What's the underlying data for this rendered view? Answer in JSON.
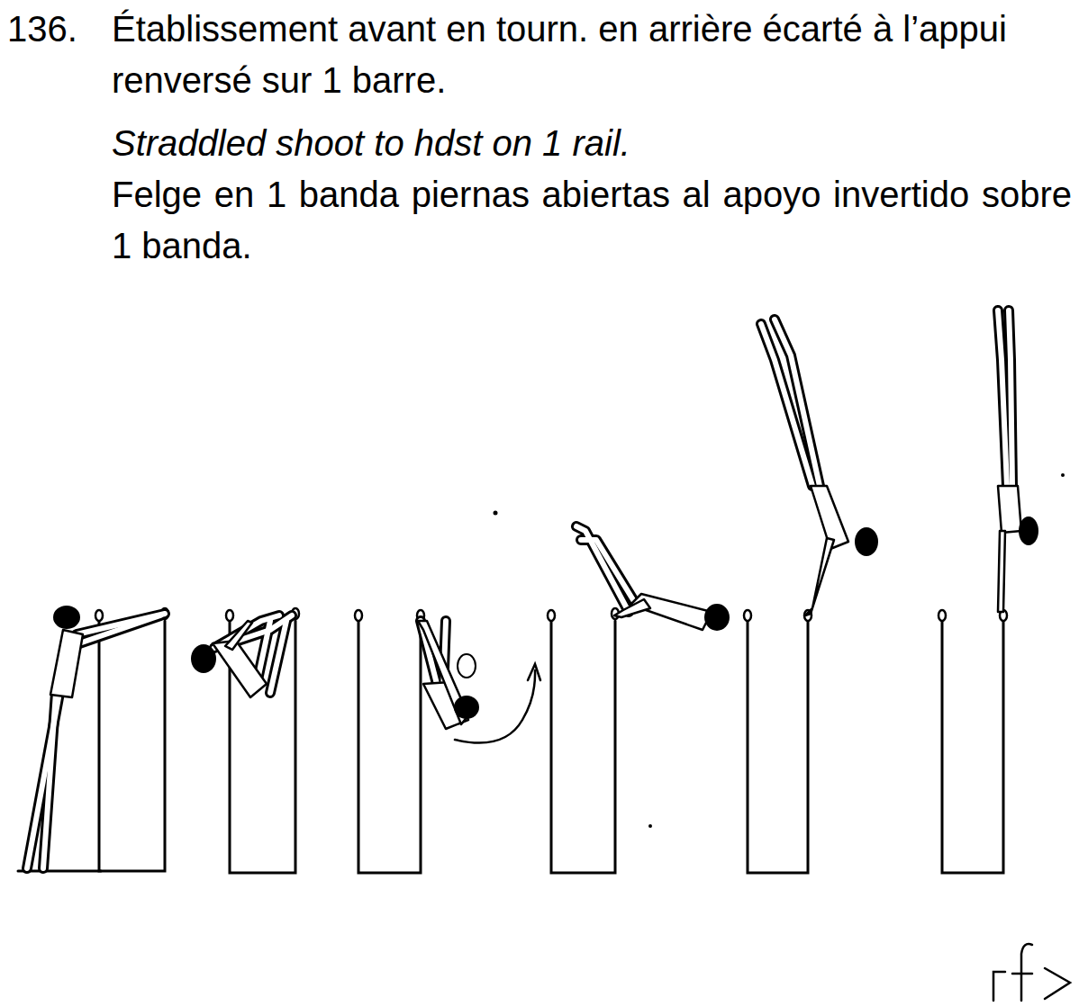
{
  "diagram": {
    "labels": [
      "136.",
      "Établissement avant en tourn. en arrière écarté à l’appui renversé sur 1 barre.",
      "Straddled shoot to hdst on 1 rail.",
      "Felge en 1 banda piernas abiertas al apoyo invertido sobre 1 banda."
    ]
  }
}
